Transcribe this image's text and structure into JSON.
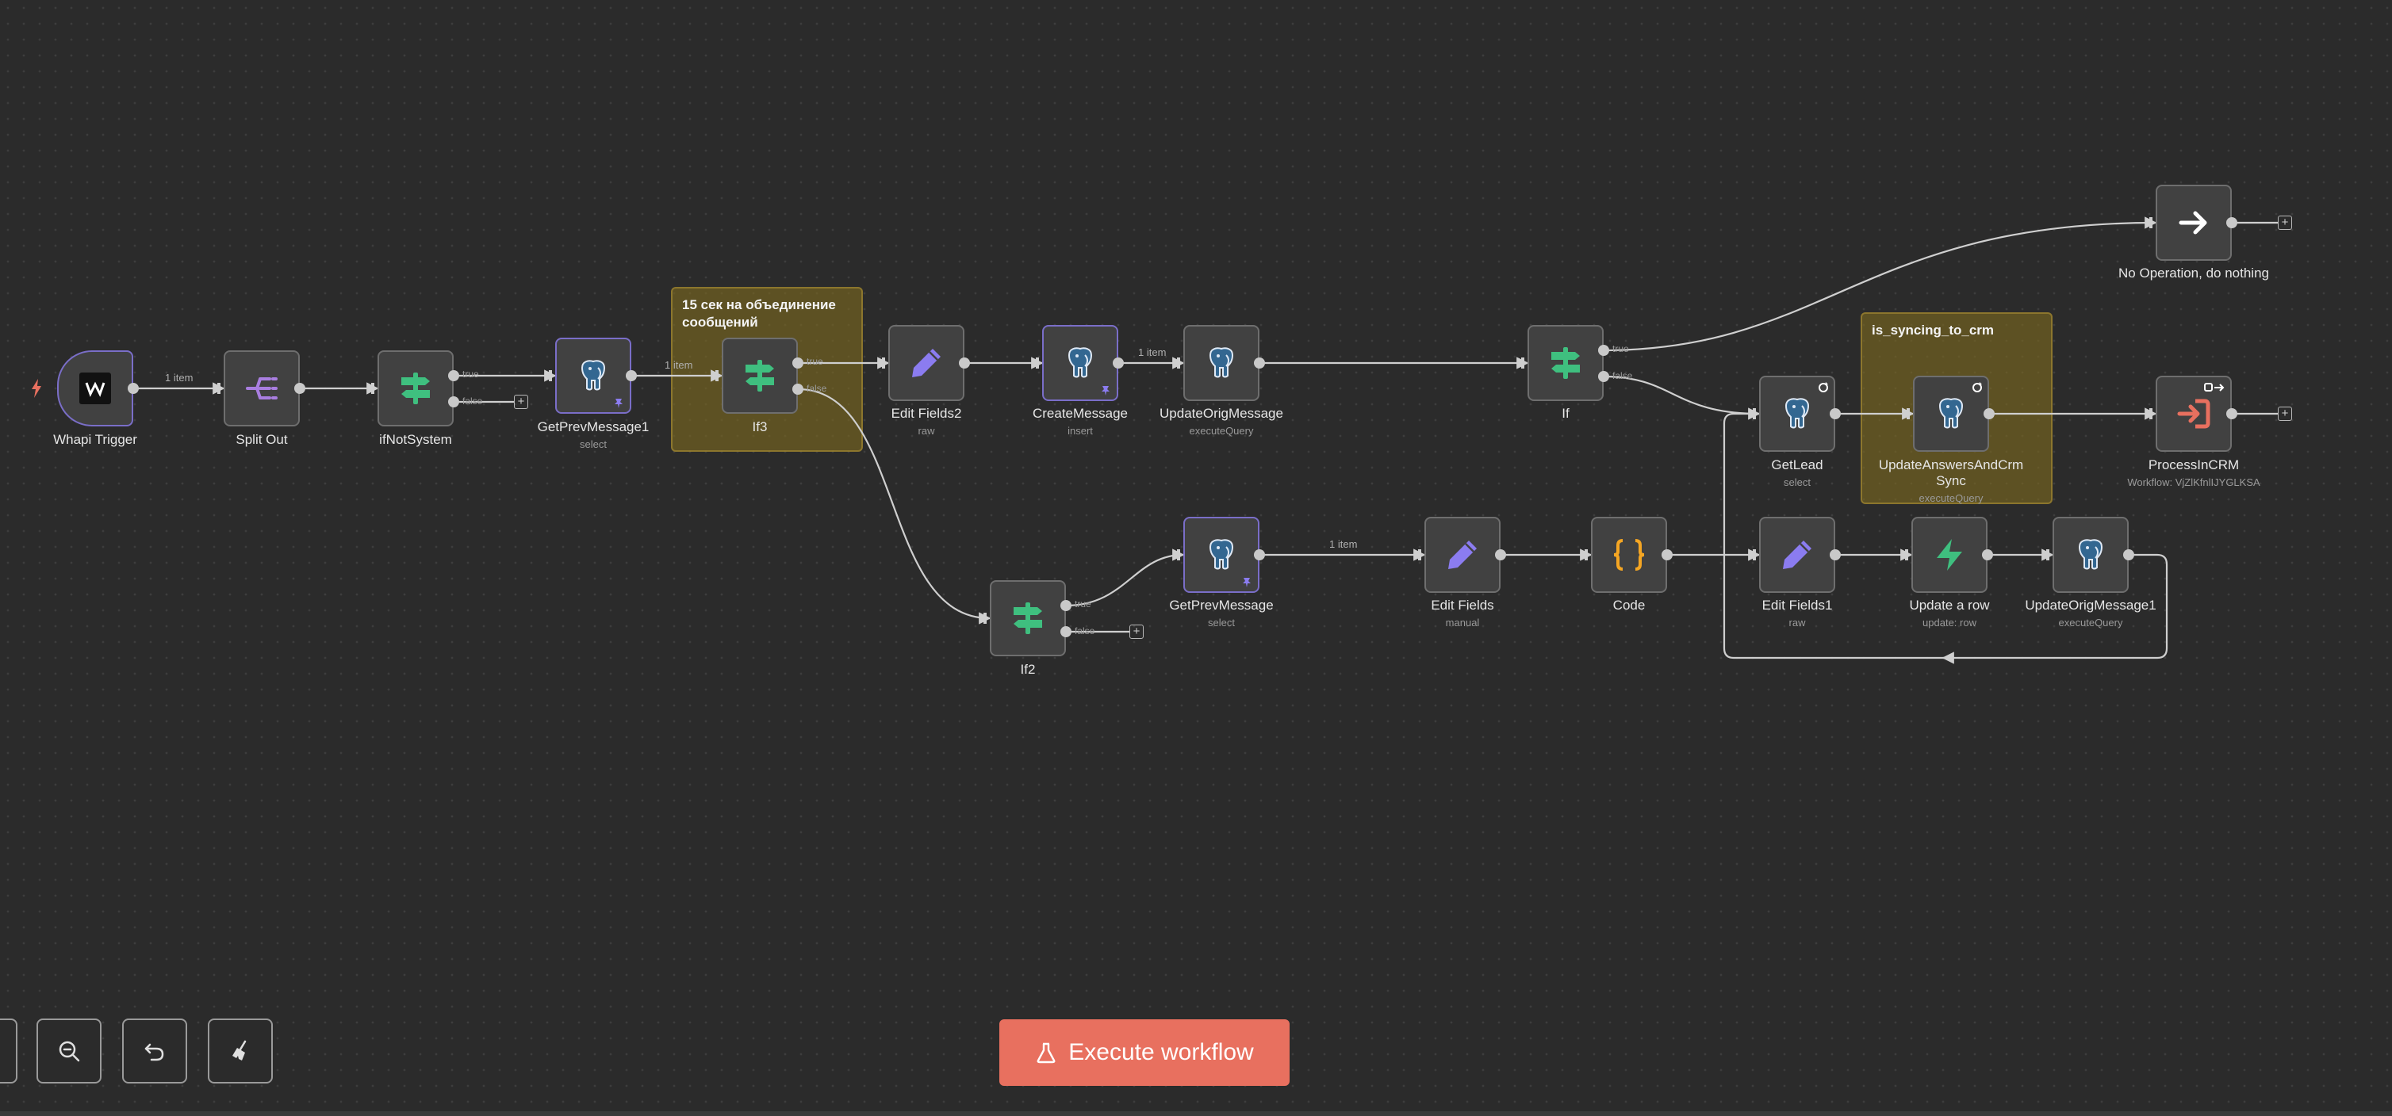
{
  "stickies": {
    "merge_note": "15 сек на объединение сообщений",
    "syncing_note": "is_syncing_to_crm"
  },
  "nodes": {
    "whapi_trigger": {
      "label": "Whapi Trigger",
      "sub": ""
    },
    "split_out": {
      "label": "Split Out",
      "sub": ""
    },
    "if_not_system": {
      "label": "ifNotSystem",
      "sub": ""
    },
    "get_prev_message1": {
      "label": "GetPrevMessage1",
      "sub": "select"
    },
    "if3": {
      "label": "If3",
      "sub": ""
    },
    "edit_fields2": {
      "label": "Edit Fields2",
      "sub": "raw"
    },
    "create_message": {
      "label": "CreateMessage",
      "sub": "insert"
    },
    "update_orig_message": {
      "label": "UpdateOrigMessage",
      "sub": "executeQuery"
    },
    "if": {
      "label": "If",
      "sub": ""
    },
    "no_op": {
      "label": "No Operation, do nothing",
      "sub": ""
    },
    "get_lead": {
      "label": "GetLead",
      "sub": "select"
    },
    "update_answers": {
      "label": "UpdateAnswersAndCrm Sync",
      "sub": "executeQuery"
    },
    "process_in_crm": {
      "label": "ProcessInCRM",
      "sub": "Workflow: VjZlKfnlIJYGLKSA"
    },
    "if2": {
      "label": "If2",
      "sub": ""
    },
    "get_prev_message": {
      "label": "GetPrevMessage",
      "sub": "select"
    },
    "edit_fields": {
      "label": "Edit Fields",
      "sub": "manual"
    },
    "code": {
      "label": "Code",
      "sub": ""
    },
    "edit_fields1": {
      "label": "Edit Fields1",
      "sub": "raw"
    },
    "update_row": {
      "label": "Update a row",
      "sub": "update: row"
    },
    "update_orig_message1": {
      "label": "UpdateOrigMessage1",
      "sub": "executeQuery"
    }
  },
  "ports": {
    "true": "true",
    "false": "false"
  },
  "edge_labels": {
    "one_item": "1 item"
  },
  "toolbar": {
    "execute_label": "Execute workflow",
    "zoom_out_icon": "zoom-out-icon",
    "undo_icon": "undo-icon",
    "tidy_icon": "broom-icon"
  },
  "colors": {
    "canvas": "#2b2b2b",
    "node_bg": "#414141",
    "if_green": "#3fbf7f",
    "edit_purple": "#8b7cf0",
    "code_orange": "#f5a623",
    "crm_red": "#e8705f",
    "execute_button": "#e8705f",
    "sticky": "#7d691e"
  }
}
